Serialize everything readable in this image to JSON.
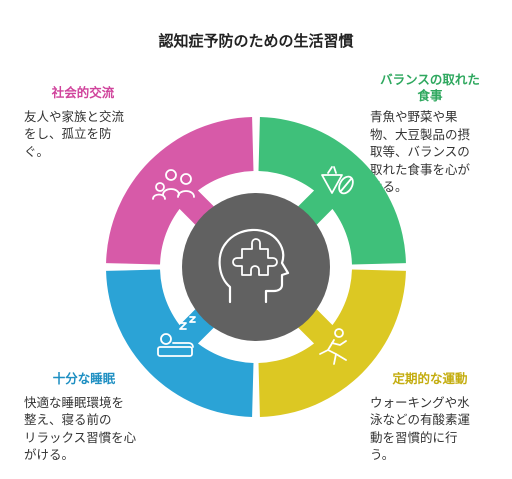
{
  "title": "認知症予防のための生活習慣",
  "segments": {
    "social": {
      "heading": "社会的交流",
      "text": [
        "友人や家族と交流",
        "をし、孤立を防",
        "ぐ。"
      ],
      "color": "#d75aa8",
      "icon": "people-icon"
    },
    "diet": {
      "heading": [
        "バランスの取れた",
        "食事"
      ],
      "text": [
        "青魚や野菜や果",
        "物、大豆製品の摂",
        "取等、バランスの",
        "取れた食事を心が",
        "ける。"
      ],
      "color": "#3fc07a",
      "icon": "food-icon"
    },
    "sleep": {
      "heading": "十分な睡眠",
      "text": [
        "快適な睡眠環境を",
        "整え、寝る前の",
        "リラックス習慣を心",
        "がける。"
      ],
      "color": "#2ba3d6",
      "icon": "sleep-icon"
    },
    "exercise": {
      "heading": "定期的な運動",
      "text": [
        "ウォーキングや水",
        "泳などの有酸素運",
        "動を習慣的に行",
        "う。"
      ],
      "color": "#dcc823",
      "icon": "running-icon"
    }
  },
  "center": {
    "icon": "brain-head-icon",
    "color": "#616161"
  }
}
